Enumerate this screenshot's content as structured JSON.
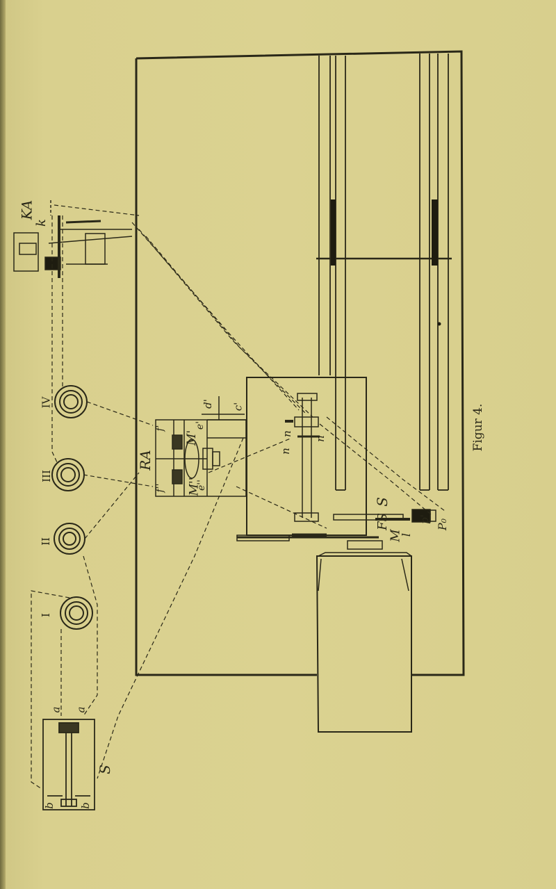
{
  "caption": "Figur 4.",
  "labels": {
    "ka": "KA",
    "k": "k",
    "ra": "RA",
    "m_prime": "M'",
    "m_double": "M''",
    "s_left": "S",
    "s_right": "S",
    "fs": "FS",
    "m_bottom": "M",
    "l": "l",
    "p_prime": "p'",
    "p_zero": "P₀",
    "d_prime": "d'",
    "c_prime": "c'",
    "e_prime": "e'",
    "e_double": "e''",
    "f_prime": "f'",
    "f_double": "f''",
    "n_top": "n",
    "n_mid": "n",
    "n_lower": "n",
    "a_left": "a",
    "a_right": "a",
    "b_left": "b",
    "b_right": "b"
  },
  "rollers": {
    "r1": "I",
    "r2": "II",
    "r3": "III",
    "r4": "IV"
  },
  "colors": {
    "paper": "#d9d08e",
    "ink": "#2a2818"
  }
}
